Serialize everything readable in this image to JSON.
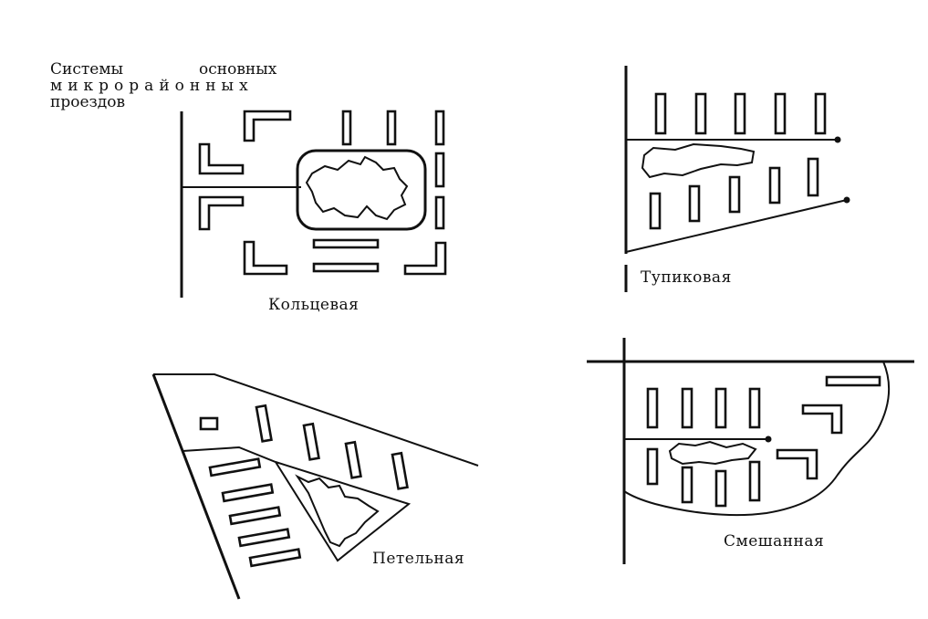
{
  "title": {
    "line1_left": "Системы",
    "line1_right": "основных",
    "line2": "микрорайонных",
    "line3": "проездов"
  },
  "panels": {
    "ring": {
      "caption": "Кольцевая"
    },
    "deadend": {
      "caption": "Тупиковая"
    },
    "loop": {
      "caption": "Петельная"
    },
    "mixed": {
      "caption": "Смешанная"
    }
  }
}
